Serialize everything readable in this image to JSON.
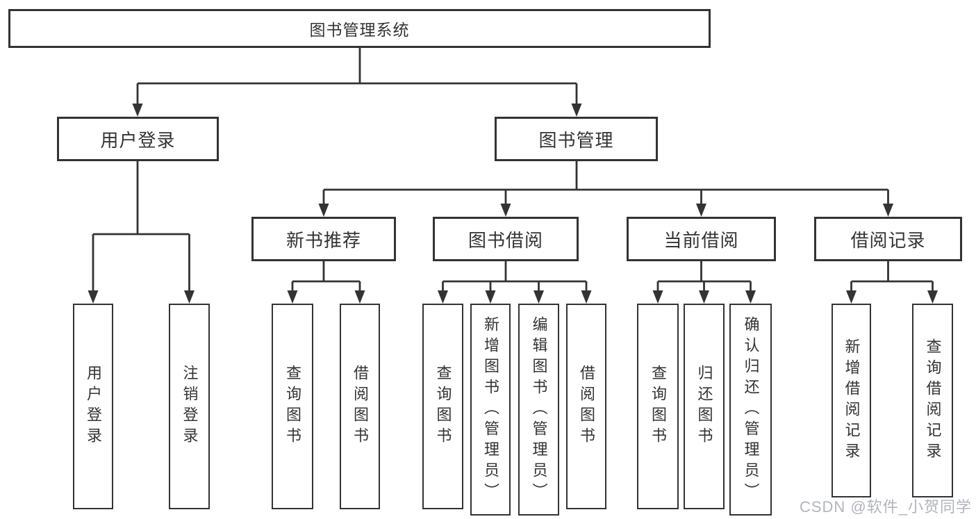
{
  "tree": {
    "root": {
      "label": "图书管理系统"
    },
    "level2": [
      {
        "label": "用户登录",
        "children": [
          "用户登录",
          "注销登录"
        ]
      },
      {
        "label": "图书管理"
      }
    ],
    "level3": [
      {
        "label": "新书推荐",
        "children": [
          "查询图书",
          "借阅图书"
        ]
      },
      {
        "label": "图书借阅",
        "children": [
          "查询图书",
          "新增图书（管理员）",
          "编辑图书（管理员）",
          "借阅图书"
        ]
      },
      {
        "label": "当前借阅",
        "children": [
          "查询图书",
          "归还图书",
          "确认归还（管理员）"
        ]
      },
      {
        "label": "借阅记录",
        "children": [
          "新增借阅记录",
          "查询借阅记录"
        ]
      }
    ]
  },
  "watermark": {
    "text": "CSDN @软件_小贺同学"
  },
  "colors": {
    "line": "#333333",
    "box_border": "#333333",
    "text": "#333333",
    "watermark": "#aaaeb5",
    "background": "#ffffff"
  }
}
